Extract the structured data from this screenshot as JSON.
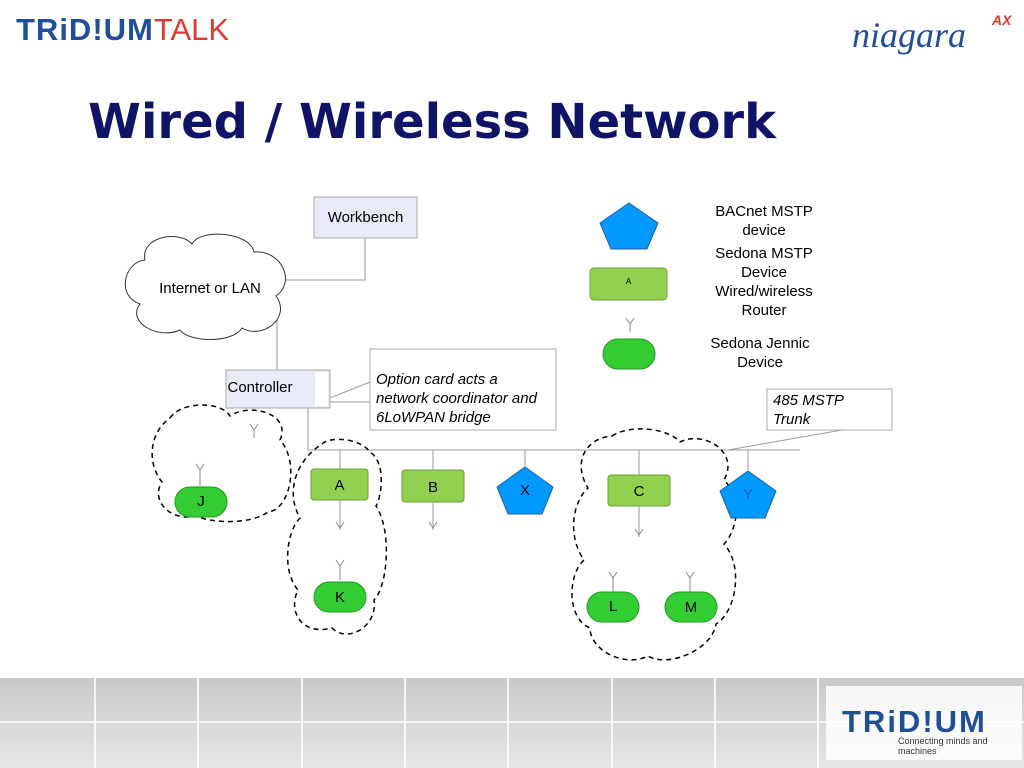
{
  "header": {
    "logo_left_part1": "TRiD!UM",
    "logo_left_part2": "TALK",
    "logo_right": "niagara",
    "logo_right_sup": "AX"
  },
  "title": "Wired / Wireless Network",
  "diagram": {
    "workbench": "Workbench",
    "internet": "Internet or LAN",
    "controller": "Controller",
    "option_card_note": [
      "Option card acts a",
      "network coordinator and",
      "6LoWPAN bridge"
    ],
    "legend": {
      "bacnet": [
        "BACnet MSTP",
        "device"
      ],
      "sedona_mstp": [
        "Sedona MSTP",
        "Device"
      ],
      "sedona_mstp_sample_label": "A",
      "router": [
        "Wired/wireless",
        "Router"
      ],
      "jennic": [
        "Sedona Jennic",
        "Device"
      ]
    },
    "trunk_note": [
      "485 MSTP",
      "Trunk"
    ],
    "nodes": {
      "J": "J",
      "A": "A",
      "K": "K",
      "B": "B",
      "X": "X",
      "C": "C",
      "L": "L",
      "M": "M",
      "Y": "Y"
    },
    "colors": {
      "sedona_mstp": "#92d050",
      "jennic": "#33cc33",
      "bacnet": "#0099ff",
      "box_fill": "#e8ebf7"
    }
  },
  "footer": {
    "logo": "TRiD!UM",
    "tagline": "Connecting minds and machines"
  }
}
